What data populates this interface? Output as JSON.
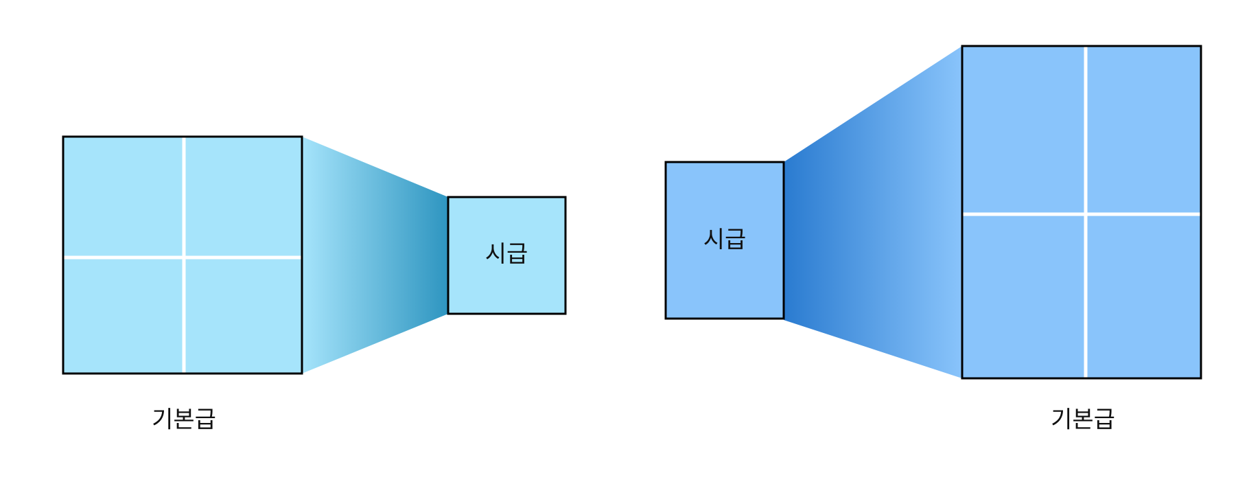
{
  "left_diagram": {
    "big_box_label": "기본급",
    "small_box_label": "시급",
    "colors": {
      "box_fill": "#a6e4fb",
      "funnel_light": "#a6e4fb",
      "funnel_dark": "#2e95c0"
    }
  },
  "right_diagram": {
    "big_box_label": "기본급",
    "small_box_label": "시급",
    "colors": {
      "box_fill": "#89c4fb",
      "funnel_light": "#89c4fb",
      "funnel_dark": "#2a7bd0"
    }
  },
  "style": {
    "grid_line_color": "#ffffff",
    "border_color": "#000000"
  }
}
